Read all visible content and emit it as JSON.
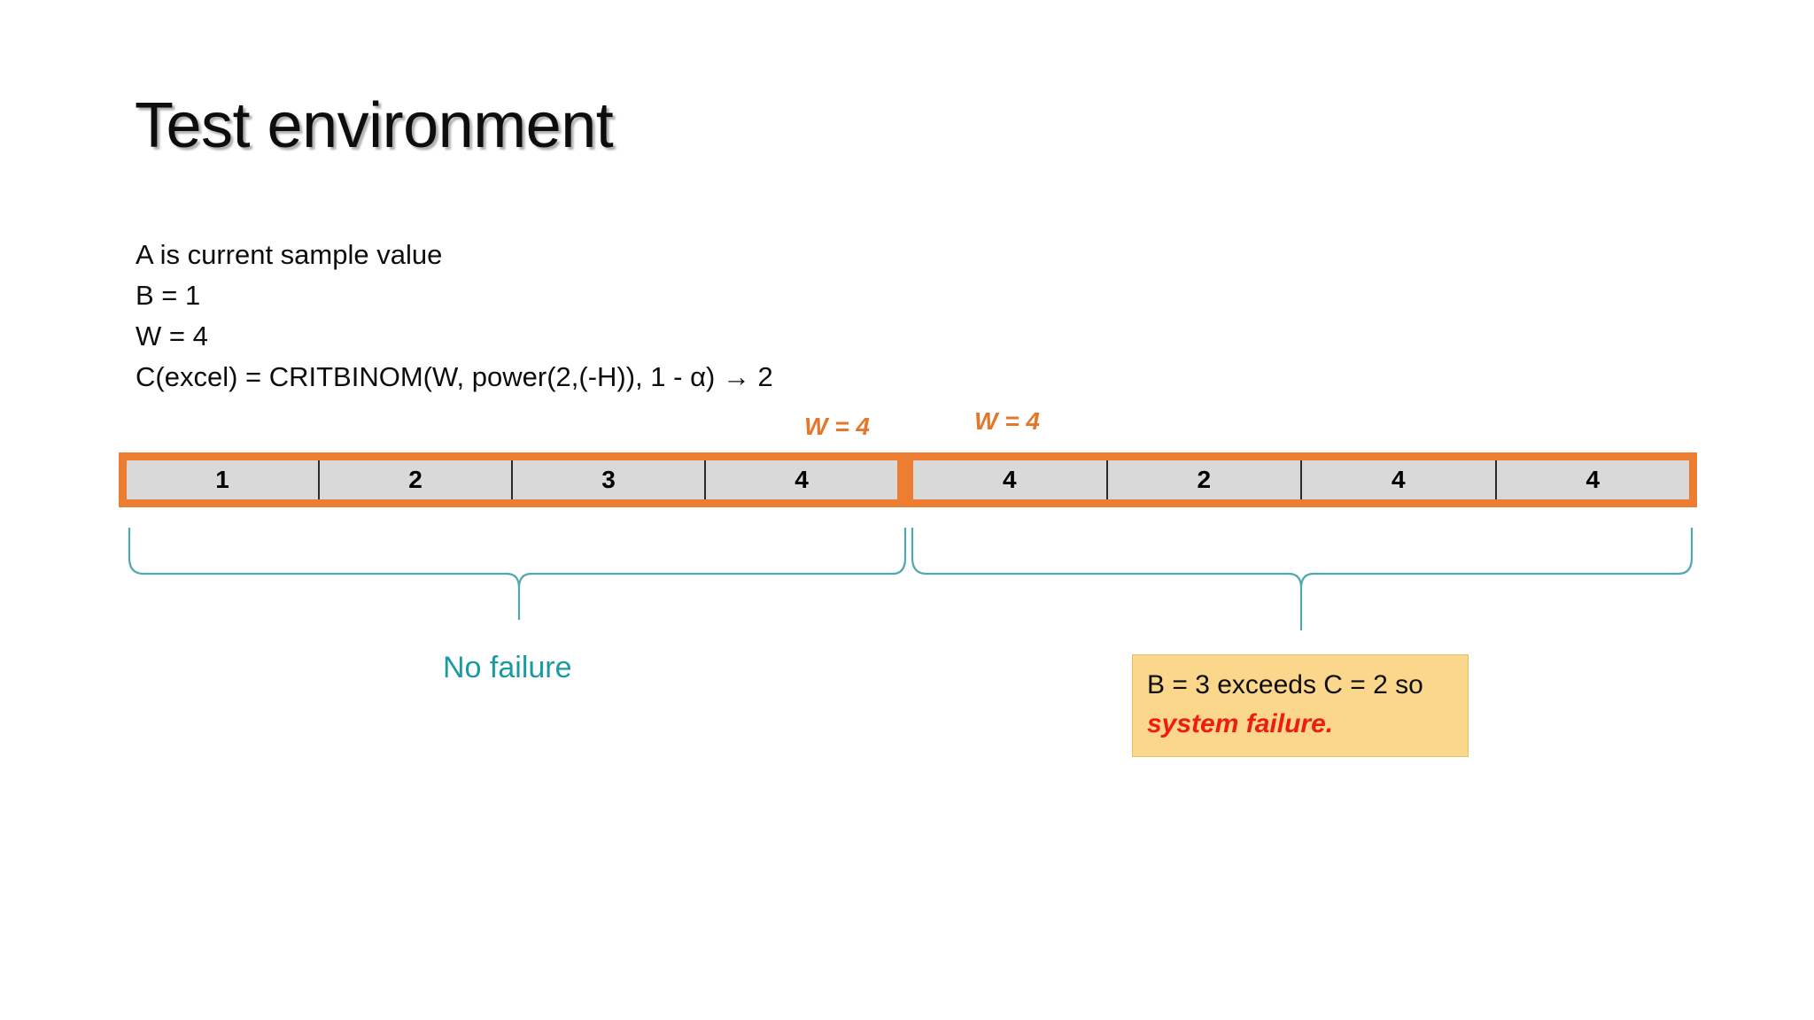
{
  "slide": {
    "title": "Test environment",
    "background_color": "#FFFFFF"
  },
  "body_text": {
    "lines": [
      "A is current sample value",
      "B = 1",
      "W = 4",
      "C(excel) = CRITBINOM(W, power(2,(-H)), 1 - α) → 2"
    ]
  },
  "window_labels": {
    "left": "W = 4",
    "right": "W = 4",
    "color": "#E3782B"
  },
  "sample_strip": {
    "border_color": "#ED7D31",
    "cell_fill": "#D9D9D9",
    "groups": [
      {
        "name": "left-window",
        "cells": [
          "1",
          "2",
          "3",
          "4"
        ]
      },
      {
        "name": "right-window",
        "cells": [
          "4",
          "2",
          "4",
          "4"
        ]
      }
    ]
  },
  "annotations": {
    "no_failure": "No failure",
    "no_failure_color": "#1A9BA1",
    "brace_color": "#4FA9AE",
    "callout": {
      "line1": "B = 3 exceeds C = 2 so",
      "line2": "system failure.",
      "line1_color": "#0D0D0D",
      "line2_color": "#EE1C12",
      "fill_color": "#FBD78C"
    }
  }
}
